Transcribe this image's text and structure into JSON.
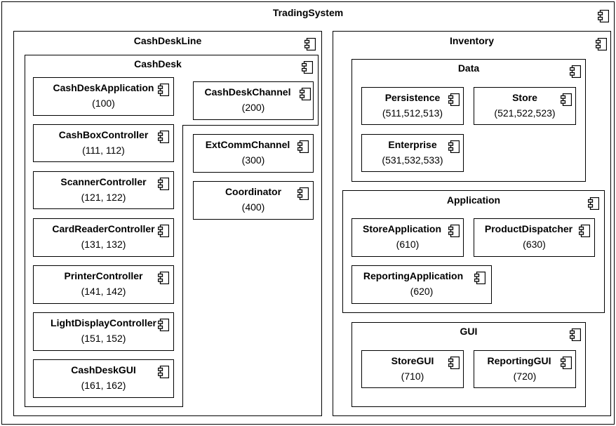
{
  "system": {
    "title": "TradingSystem"
  },
  "cashdeskline": {
    "title": "CashDeskLine",
    "cashdesk": {
      "title": "CashDesk",
      "components": [
        {
          "name": "CashDeskApplication",
          "id": "(100)"
        },
        {
          "name": "CashBoxController",
          "id": "(111, 112)"
        },
        {
          "name": "ScannerController",
          "id": "(121, 122)"
        },
        {
          "name": "CardReaderController",
          "id": "(131, 132)"
        },
        {
          "name": "PrinterController",
          "id": "(141, 142)"
        },
        {
          "name": "LightDisplayController",
          "id": "(151, 152)"
        },
        {
          "name": "CashDeskGUI",
          "id": "(161, 162)"
        },
        {
          "name": "CashDeskChannel",
          "id": "(200)"
        }
      ]
    },
    "extcomm": {
      "name": "ExtCommChannel",
      "id": "(300)"
    },
    "coordinator": {
      "name": "Coordinator",
      "id": "(400)"
    }
  },
  "inventory": {
    "title": "Inventory",
    "data": {
      "title": "Data",
      "components": [
        {
          "name": "Persistence",
          "id": "(511,512,513)"
        },
        {
          "name": "Store",
          "id": "(521,522,523)"
        },
        {
          "name": "Enterprise",
          "id": "(531,532,533)"
        }
      ]
    },
    "application": {
      "title": "Application",
      "components": [
        {
          "name": "StoreApplication",
          "id": "(610)"
        },
        {
          "name": "ProductDispatcher",
          "id": "(630)"
        },
        {
          "name": "ReportingApplication",
          "id": "(620)"
        }
      ]
    },
    "gui": {
      "title": "GUI",
      "components": [
        {
          "name": "StoreGUI",
          "id": "(710)"
        },
        {
          "name": "ReportingGUI",
          "id": "(720)"
        }
      ]
    }
  },
  "icon": "component-icon"
}
